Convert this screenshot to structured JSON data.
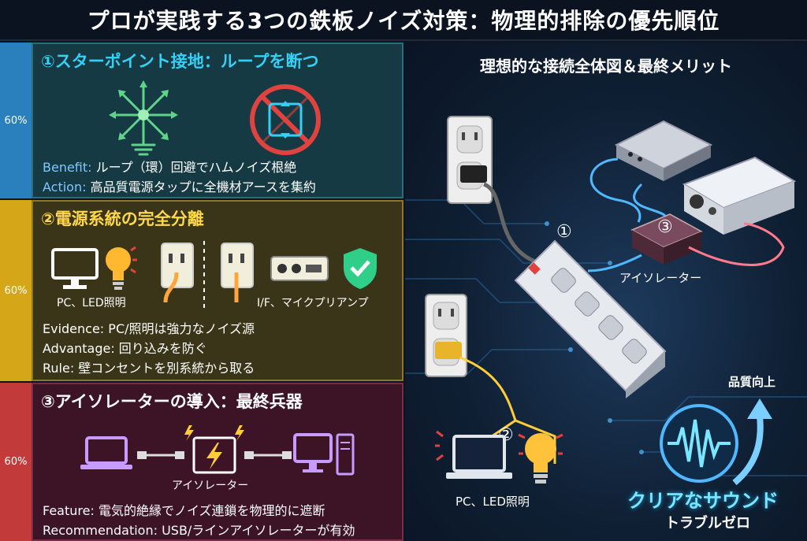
{
  "title": "プロが実践する3つの鉄板ノイズ対策：物理的排除の優先順位",
  "sections": [
    {
      "percent": "60%",
      "heading": "①スターポイント接地：ループを断つ",
      "lines": [
        {
          "key": "Benefit:",
          "text": " ループ（環）回避でハムノイズ根絶"
        },
        {
          "key": "Action:",
          "text": " 高品質電源タップに全機材アースを集約"
        }
      ]
    },
    {
      "percent": "60%",
      "heading": "②電源系統の完全分離",
      "label_left": "PC、LED照明",
      "label_right": "I/F、マイクプリアンプ",
      "lines": [
        {
          "key": "Evidence:",
          "text": " PC/照明は強力なノイズ源"
        },
        {
          "key": "Advantage:",
          "text": " 回り込みを防ぐ"
        },
        {
          "key": "Rule:",
          "text": " 壁コンセントを別系統から取る"
        }
      ]
    },
    {
      "percent": "60%",
      "heading": "③アイソレーターの導入：最終兵器",
      "device_label": "アイソレーター",
      "lines": [
        {
          "key": "Feature:",
          "text": " 電気的絶縁でノイズ連鎖を物理的に遮断"
        },
        {
          "key": "Recommendation:",
          "text": " USB/ラインアイソレーターが有効"
        }
      ]
    }
  ],
  "right": {
    "heading": "理想的な接続全体図＆最終メリット",
    "num1": "①",
    "num2": "②",
    "num3": "③",
    "isolator_label": "アイソレーター",
    "pc_label": "PC、LED照明",
    "quality_up": "品質向上",
    "clear_sound": "クリアなサウンド",
    "trouble_zero": "トラブルゼロ"
  },
  "colors": {
    "section1_accent": "#35d0f5",
    "section2_accent": "#ffd84a",
    "section3_accent": "#c33a3a",
    "ground_green": "#5fd38a",
    "warning_red": "#e0433f",
    "shield_green": "#2fcf8a",
    "cable_blue": "#4fb8ff",
    "cable_pink": "#ff7a8a",
    "cable_yellow": "#ffcc3a"
  },
  "icons": [
    "star-ground-icon",
    "no-loop-icon",
    "monitor-icon",
    "bulb-icon",
    "outlet-icon",
    "audio-interface-icon",
    "shield-check-icon",
    "laptop-icon",
    "isolator-icon",
    "desktop-pc-icon",
    "power-strip-icon",
    "wave-icon",
    "arrow-up-icon"
  ]
}
